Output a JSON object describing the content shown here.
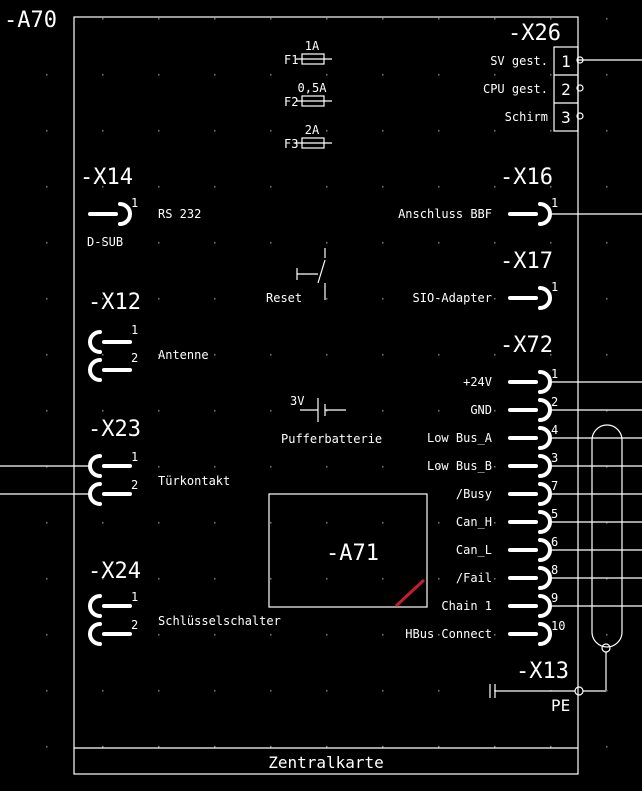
{
  "frame": {
    "id": "-A70",
    "footer": "Zentralkarte"
  },
  "fuses": [
    {
      "name": "F1",
      "rating": "1A"
    },
    {
      "name": "F2",
      "rating": "0,5A"
    },
    {
      "name": "F3",
      "rating": "2A"
    }
  ],
  "x26": {
    "id": "-X26",
    "pins": [
      {
        "label": "SV gest.",
        "num": "1"
      },
      {
        "label": "CPU gest.",
        "num": "2"
      },
      {
        "label": "Schirm",
        "num": "3"
      }
    ]
  },
  "x14": {
    "id": "-X14",
    "num": "1",
    "label": "RS 232",
    "sub": "D-SUB"
  },
  "x16": {
    "id": "-X16",
    "num": "1",
    "label": "Anschluss BBF"
  },
  "x17": {
    "id": "-X17",
    "num": "1",
    "label": "SIO-Adapter"
  },
  "reset": {
    "label": "Reset"
  },
  "x12": {
    "id": "-X12",
    "nums": [
      "1",
      "2"
    ],
    "label": "Antenne"
  },
  "battery": {
    "voltage": "3V",
    "label": "Pufferbatterie"
  },
  "x72": {
    "id": "-X72",
    "pins": [
      {
        "label": "+24V",
        "num": "1"
      },
      {
        "label": "GND",
        "num": "2"
      },
      {
        "label": "Low Bus_A",
        "num": "4"
      },
      {
        "label": "Low Bus_B",
        "num": "3"
      },
      {
        "label": "/Busy",
        "num": "7"
      },
      {
        "label": "Can_H",
        "num": "5"
      },
      {
        "label": "Can_L",
        "num": "6"
      },
      {
        "label": "/Fail",
        "num": "8"
      },
      {
        "label": "Chain 1",
        "num": "9"
      },
      {
        "label": "HBus Connect",
        "num": "10"
      }
    ]
  },
  "x23": {
    "id": "-X23",
    "nums": [
      "1",
      "2"
    ],
    "label": "Türkontakt"
  },
  "a71": {
    "id": "-A71"
  },
  "x24": {
    "id": "-X24",
    "nums": [
      "1",
      "2"
    ],
    "label": "Schlüsselschalter"
  },
  "x13": {
    "id": "-X13",
    "label": "PE"
  }
}
